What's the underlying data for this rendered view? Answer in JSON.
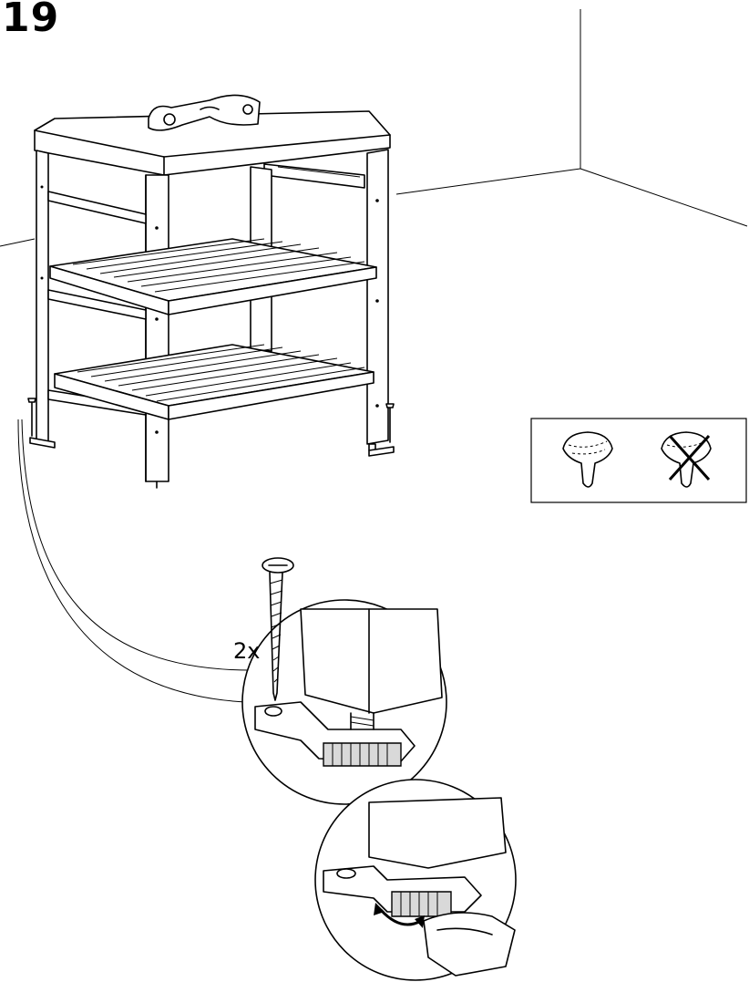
{
  "step": {
    "number": "19"
  },
  "screw": {
    "quantity": "2x"
  },
  "icons": {
    "scene": "kitchen-cart-assembly-illustration",
    "correct": "screw-head-intact-icon",
    "incorrect": "screw-head-stripped-cross-icon",
    "rotate": "rotate-arrow-icon"
  }
}
